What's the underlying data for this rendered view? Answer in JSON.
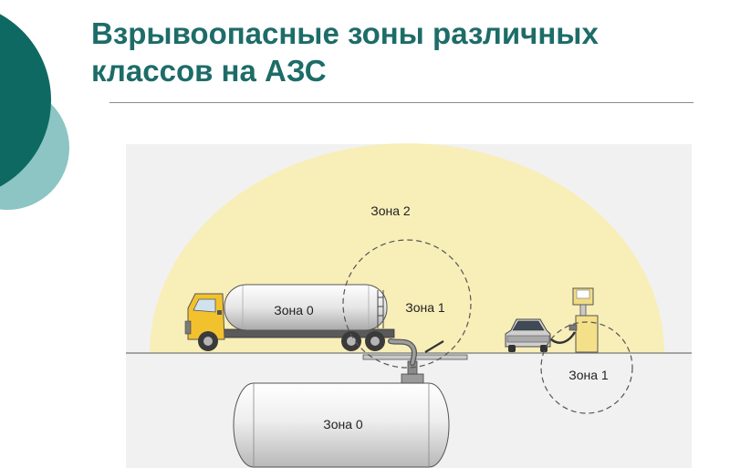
{
  "slide": {
    "title_line1": "Взрывоопасные зоны различных",
    "title_line2": "классов на АЗС"
  },
  "diagram": {
    "zone_2_label": "Зона 2",
    "zone_0_truck_label": "Зона 0",
    "zone_1_hatch_label": "Зона 1",
    "zone_1_dispenser_label": "Зона 1",
    "zone_0_tank_label": "Зона 0"
  },
  "colors": {
    "title": "#1d6c68",
    "zone_2_fill": "#f8eeb8",
    "truck_cab": "#f2c12e",
    "tank_body": "#ececec",
    "deco_dark": "#0e6963",
    "deco_light": "#8cc5c3"
  }
}
